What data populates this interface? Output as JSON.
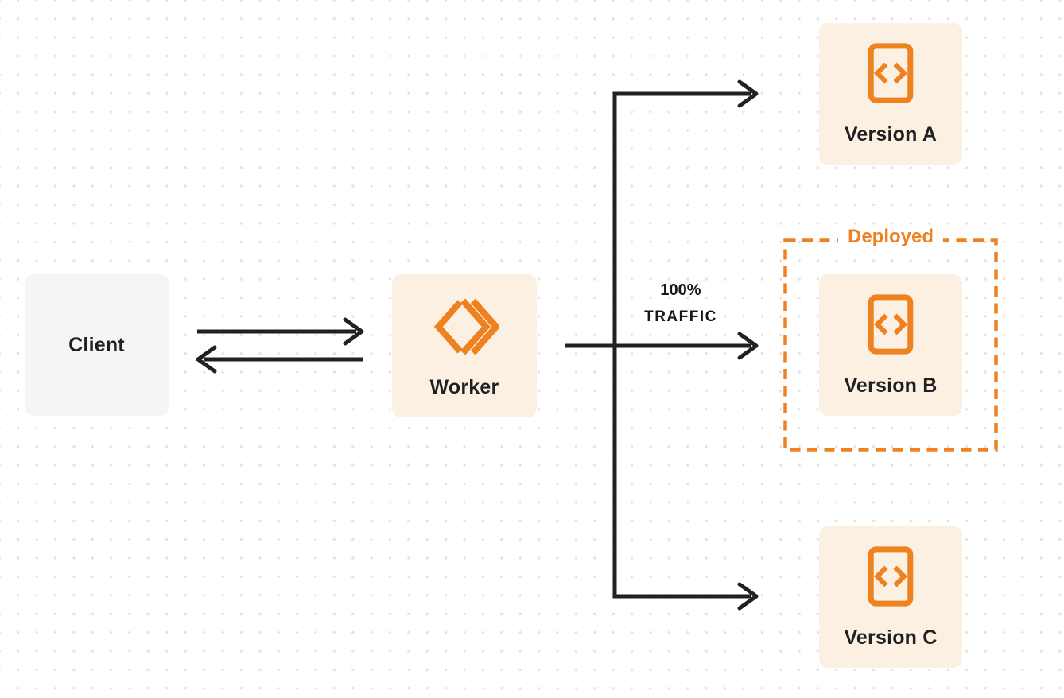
{
  "colors": {
    "accent_orange": "#ef8220",
    "node_fill_cream": "#fbf0e1",
    "node_fill_gray": "#f5f5f6",
    "arrow_stroke": "#212121",
    "label_text": "#1f2022",
    "dot_grid": "#e3e3e3"
  },
  "nodes": {
    "client": {
      "label": "Client"
    },
    "worker": {
      "label": "Worker",
      "icon": "workers-logo-icon"
    },
    "version_a": {
      "label": "Version A",
      "icon": "code-file-icon"
    },
    "version_b": {
      "label": "Version B",
      "icon": "code-file-icon"
    },
    "version_c": {
      "label": "Version C",
      "icon": "code-file-icon"
    }
  },
  "annotations": {
    "deployed_label": "Deployed",
    "traffic_line1": "100%",
    "traffic_line2": "TRAFFIC"
  }
}
